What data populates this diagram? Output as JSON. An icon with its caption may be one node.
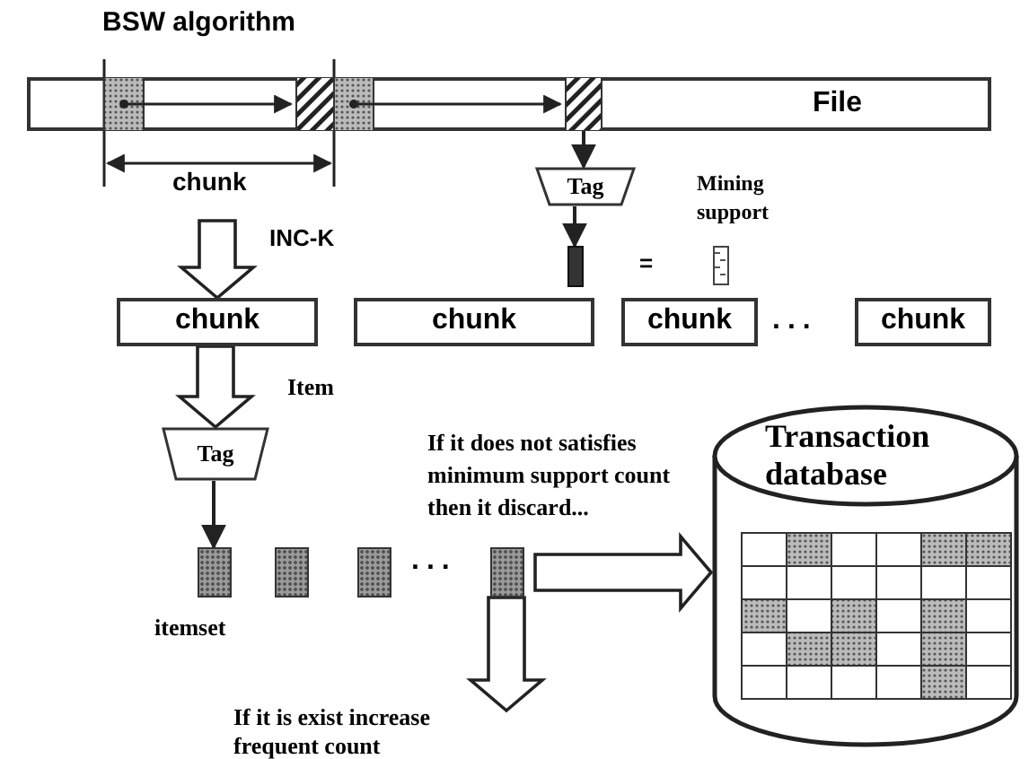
{
  "diagram": {
    "title": "BSW algorithm",
    "nodes": [
      {
        "text": [
          "File"
        ]
      },
      {
        "text": [
          "Tag"
        ]
      },
      {
        "text": [],
        "shape": "bar"
      },
      {
        "text": [],
        "shape": "bar",
        "beside": [
          "Mining support"
        ]
      },
      {
        "text": [
          "chunk"
        ]
      },
      {
        "text": [
          "chunk"
        ]
      },
      {
        "text": [
          "chunk"
        ]
      },
      {
        "text": [
          "chunk"
        ]
      },
      {
        "text": [
          "Tag"
        ]
      },
      {
        "text": [],
        "shape": "bar"
      },
      {
        "text": [],
        "shape": "bar"
      },
      {
        "text": [],
        "shape": "bar"
      },
      {
        "text": [],
        "shape": "bar"
      },
      {
        "text": [
          "Transaction database"
        ]
      },
      {
        "text": [
          "If it is exist increase frequent count"
        ]
      }
    ],
    "edges": [
      {
        "from": 0,
        "to": 1,
        "arrow": "to"
      },
      {
        "from": 1,
        "to": 2,
        "arrow": "to"
      },
      {
        "from": null,
        "to": 4,
        "arrow": "to",
        "style": "thick",
        "label": "INC-K"
      },
      {
        "from": 4,
        "to": 8,
        "arrow": "to",
        "style": "thick",
        "label": "Item"
      },
      {
        "from": 8,
        "to": 9,
        "arrow": "to"
      },
      {
        "from": 12,
        "to": 13,
        "arrow": "to",
        "style": "thick",
        "label": "If it does not satisfies minimum support count then it discard..."
      },
      {
        "from": 12,
        "to": 14,
        "arrow": "to",
        "style": "thick"
      }
    ],
    "labels": [
      "chunk",
      "=",
      "...",
      "...",
      "itemset"
    ]
  }
}
